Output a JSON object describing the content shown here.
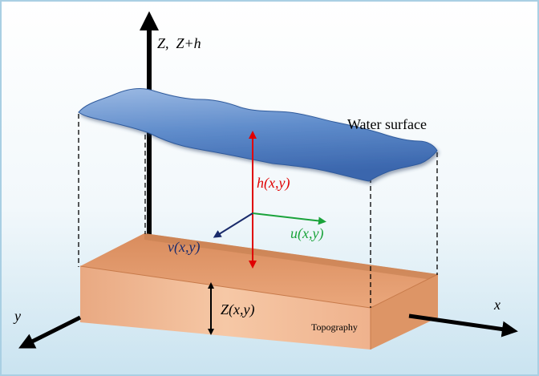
{
  "labels": {
    "z_axis": "Z,  Z+h",
    "x_axis": "x",
    "y_axis": "y",
    "water_surface": "Water surface",
    "depth": "h(x,y)",
    "u_velocity": "u(x,y)",
    "v_velocity": "v(x,y)",
    "bed_elevation": "Z(x,y)",
    "topography": "Topography"
  },
  "colors": {
    "background_top": "#ffffff",
    "background_bottom": "#cfe6f2",
    "frame": "#a9cfe3",
    "water_fill_light": "#7fa3d8",
    "water_fill_dark": "#3d6db4",
    "topography_fill": "#f0b48f",
    "topography_dark": "#c77a4a",
    "depth_arrow": "#e00000",
    "u_arrow": "#1aa33a",
    "v_arrow": "#1a2b6b",
    "axis": "#000000"
  }
}
